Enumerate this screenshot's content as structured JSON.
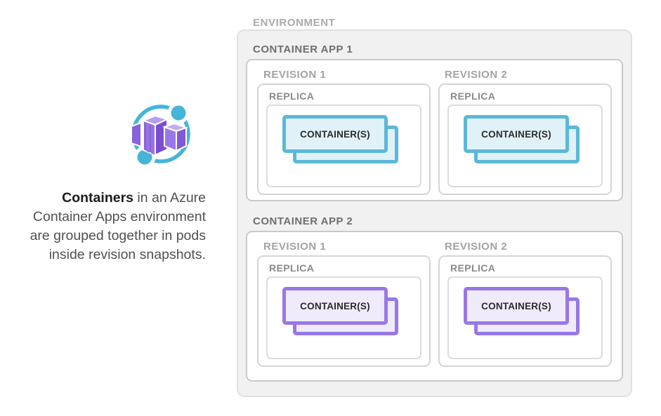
{
  "colors": {
    "teal_accent": "#5BB8D8",
    "teal_fill": "#E0F1F8",
    "purple_accent": "#9878E6",
    "purple_fill": "#EFEBFB",
    "icon_blue": "#45B5D9",
    "icon_purple": "#8A62DB",
    "env_fill": "#F1F1F1"
  },
  "left": {
    "icon": "azure-container-apps-icon",
    "caption": {
      "line1_bold": "Containers",
      "line1_rest": " in an Azure",
      "lines": [
        "Container Apps environment",
        "are grouped together in pods",
        "inside revision snapshots."
      ]
    }
  },
  "diagram": {
    "environment_label": "ENVIRONMENT",
    "container_apps": [
      {
        "label": "CONTAINER APP 1",
        "accent": "#5BB8D8",
        "fill": "#E0F1F8",
        "revisions": [
          {
            "label": "REVISION 1",
            "replica_label": "REPLICA",
            "container_label": "CONTAINER(S)"
          },
          {
            "label": "REVISION 2",
            "replica_label": "REPLICA",
            "container_label": "CONTAINER(S)"
          }
        ]
      },
      {
        "label": "CONTAINER APP 2",
        "accent": "#9878E6",
        "fill": "#EFEBFB",
        "revisions": [
          {
            "label": "REVISION 1",
            "replica_label": "REPLICA",
            "container_label": "CONTAINER(S)"
          },
          {
            "label": "REVISION 2",
            "replica_label": "REPLICA",
            "container_label": "CONTAINER(S)"
          }
        ]
      }
    ]
  }
}
